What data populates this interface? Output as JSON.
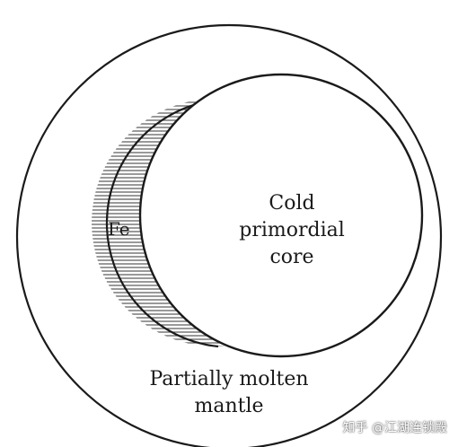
{
  "labels": {
    "core": [
      "Cold",
      "primordial",
      "core"
    ],
    "mantle": [
      "Partially molten",
      "mantle"
    ],
    "iron": "Fe"
  },
  "watermark": "知乎 @江湖连锁殿",
  "colors": {
    "stroke": "#1a1a1a",
    "background": "#ffffff",
    "hatch": "#555555"
  }
}
